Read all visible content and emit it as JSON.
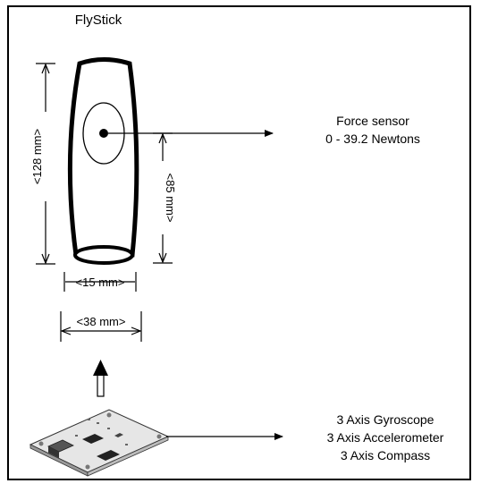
{
  "title": "FlyStick",
  "dimensions": {
    "height_total": "<128 mm>",
    "height_sensor": "<85 mm>",
    "width_inner": "<15 mm>",
    "width_outer": "<38 mm>"
  },
  "force_sensor": {
    "line1": "Force sensor",
    "line2": "0 - 39.2 Newtons"
  },
  "imu": {
    "line1": "3 Axis Gyroscope",
    "line2": "3 Axis Accelerometer",
    "line3": "3 Axis Compass"
  },
  "colors": {
    "stroke": "#000000",
    "board_fill": "#e6e6e6"
  }
}
